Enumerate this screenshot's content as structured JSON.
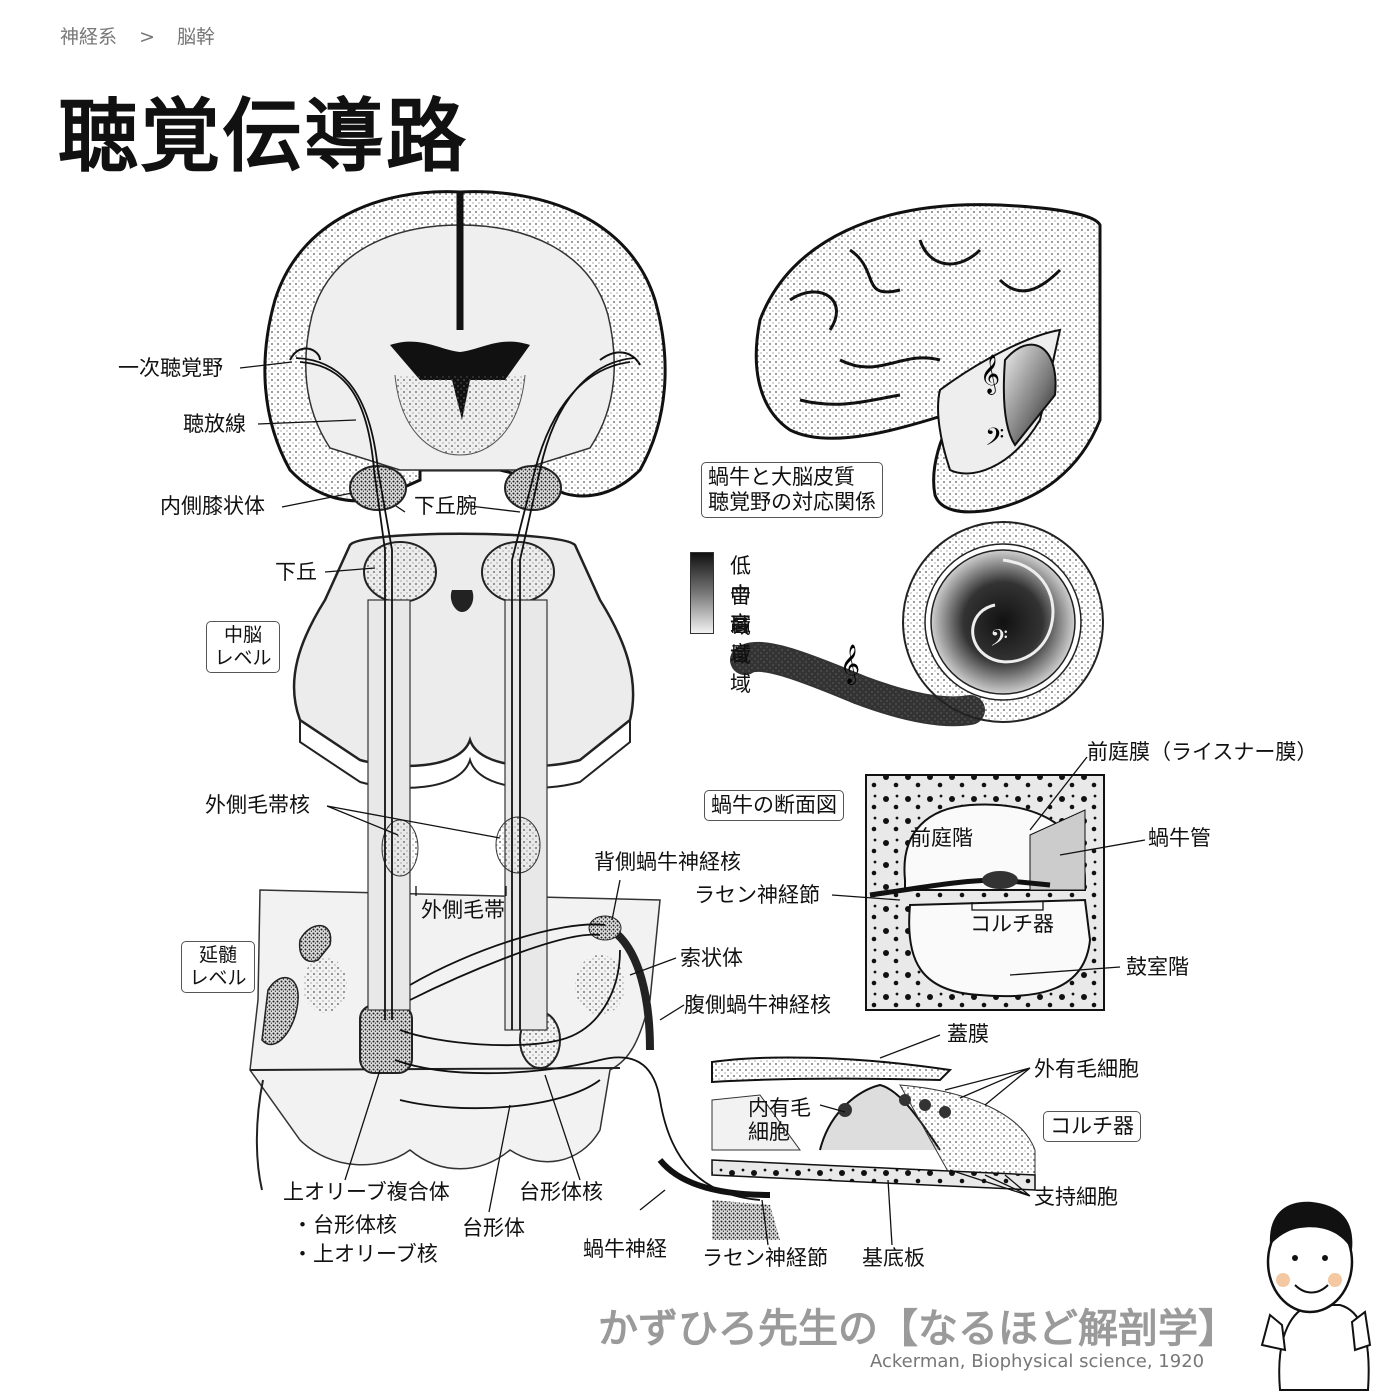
{
  "breadcrumb": {
    "parent": "神経系",
    "separator": ">",
    "current": "脳幹"
  },
  "title": "聴覚伝導路",
  "labels": {
    "primary_auditory_cortex": "一次聴覚野",
    "acoustic_radiation": "聴放線",
    "medial_geniculate_body": "内側膝状体",
    "inferior_colliculus_brachium": "下丘腕",
    "inferior_colliculus": "下丘",
    "midbrain_level": "中脳\nレベル",
    "nucleus_lateral_lemniscus": "外側毛帯核",
    "lateral_lemniscus": "外側毛帯",
    "medulla_level": "延髄\nレベル",
    "dorsal_cochlear_nucleus": "背側蝸牛神経核",
    "spiral_ganglion_1": "ラセン神経節",
    "restiform_body": "索状体",
    "ventral_cochlear_nucleus": "腹側蝸牛神経核",
    "superior_olivary_complex": "上オリーブ複合体",
    "trapezoid_nucleus_item": "・台形体核",
    "superior_olive_item": "・上オリーブ核",
    "trapezoid_body": "台形体",
    "trapezoid_nucleus": "台形体核",
    "cochlear_nerve": "蝸牛神経",
    "spiral_ganglion_2": "ラセン神経節",
    "basilar_membrane": "基底板",
    "tectorial_membrane": "蓋膜",
    "outer_hair_cells": "外有毛細胞",
    "inner_hair_cells": "内有毛\n細胞",
    "organ_of_corti_box": "コルチ器",
    "supporting_cells": "支持細胞",
    "cochlea_cortex_box": "蝸牛と大脳皮質\n聴覚野の対応関係",
    "cochlea_section_box": "蝸牛の断面図",
    "reissner_membrane": "前庭膜（ライスナー膜）",
    "scala_vestibuli": "前庭階",
    "cochlear_duct": "蝸牛管",
    "organ_of_corti": "コルチ器",
    "scala_tympani": "鼓室階"
  },
  "legend": {
    "low": "低音域",
    "mid": "中音域",
    "high": "高音域"
  },
  "footer": {
    "brand": "かずひろ先生の【なるほど解剖学】",
    "citation": "Ackerman, Biophysical science, 1920"
  },
  "icons": [
    "treble-clef-icon",
    "bass-clef-icon",
    "mascot-illustration"
  ]
}
